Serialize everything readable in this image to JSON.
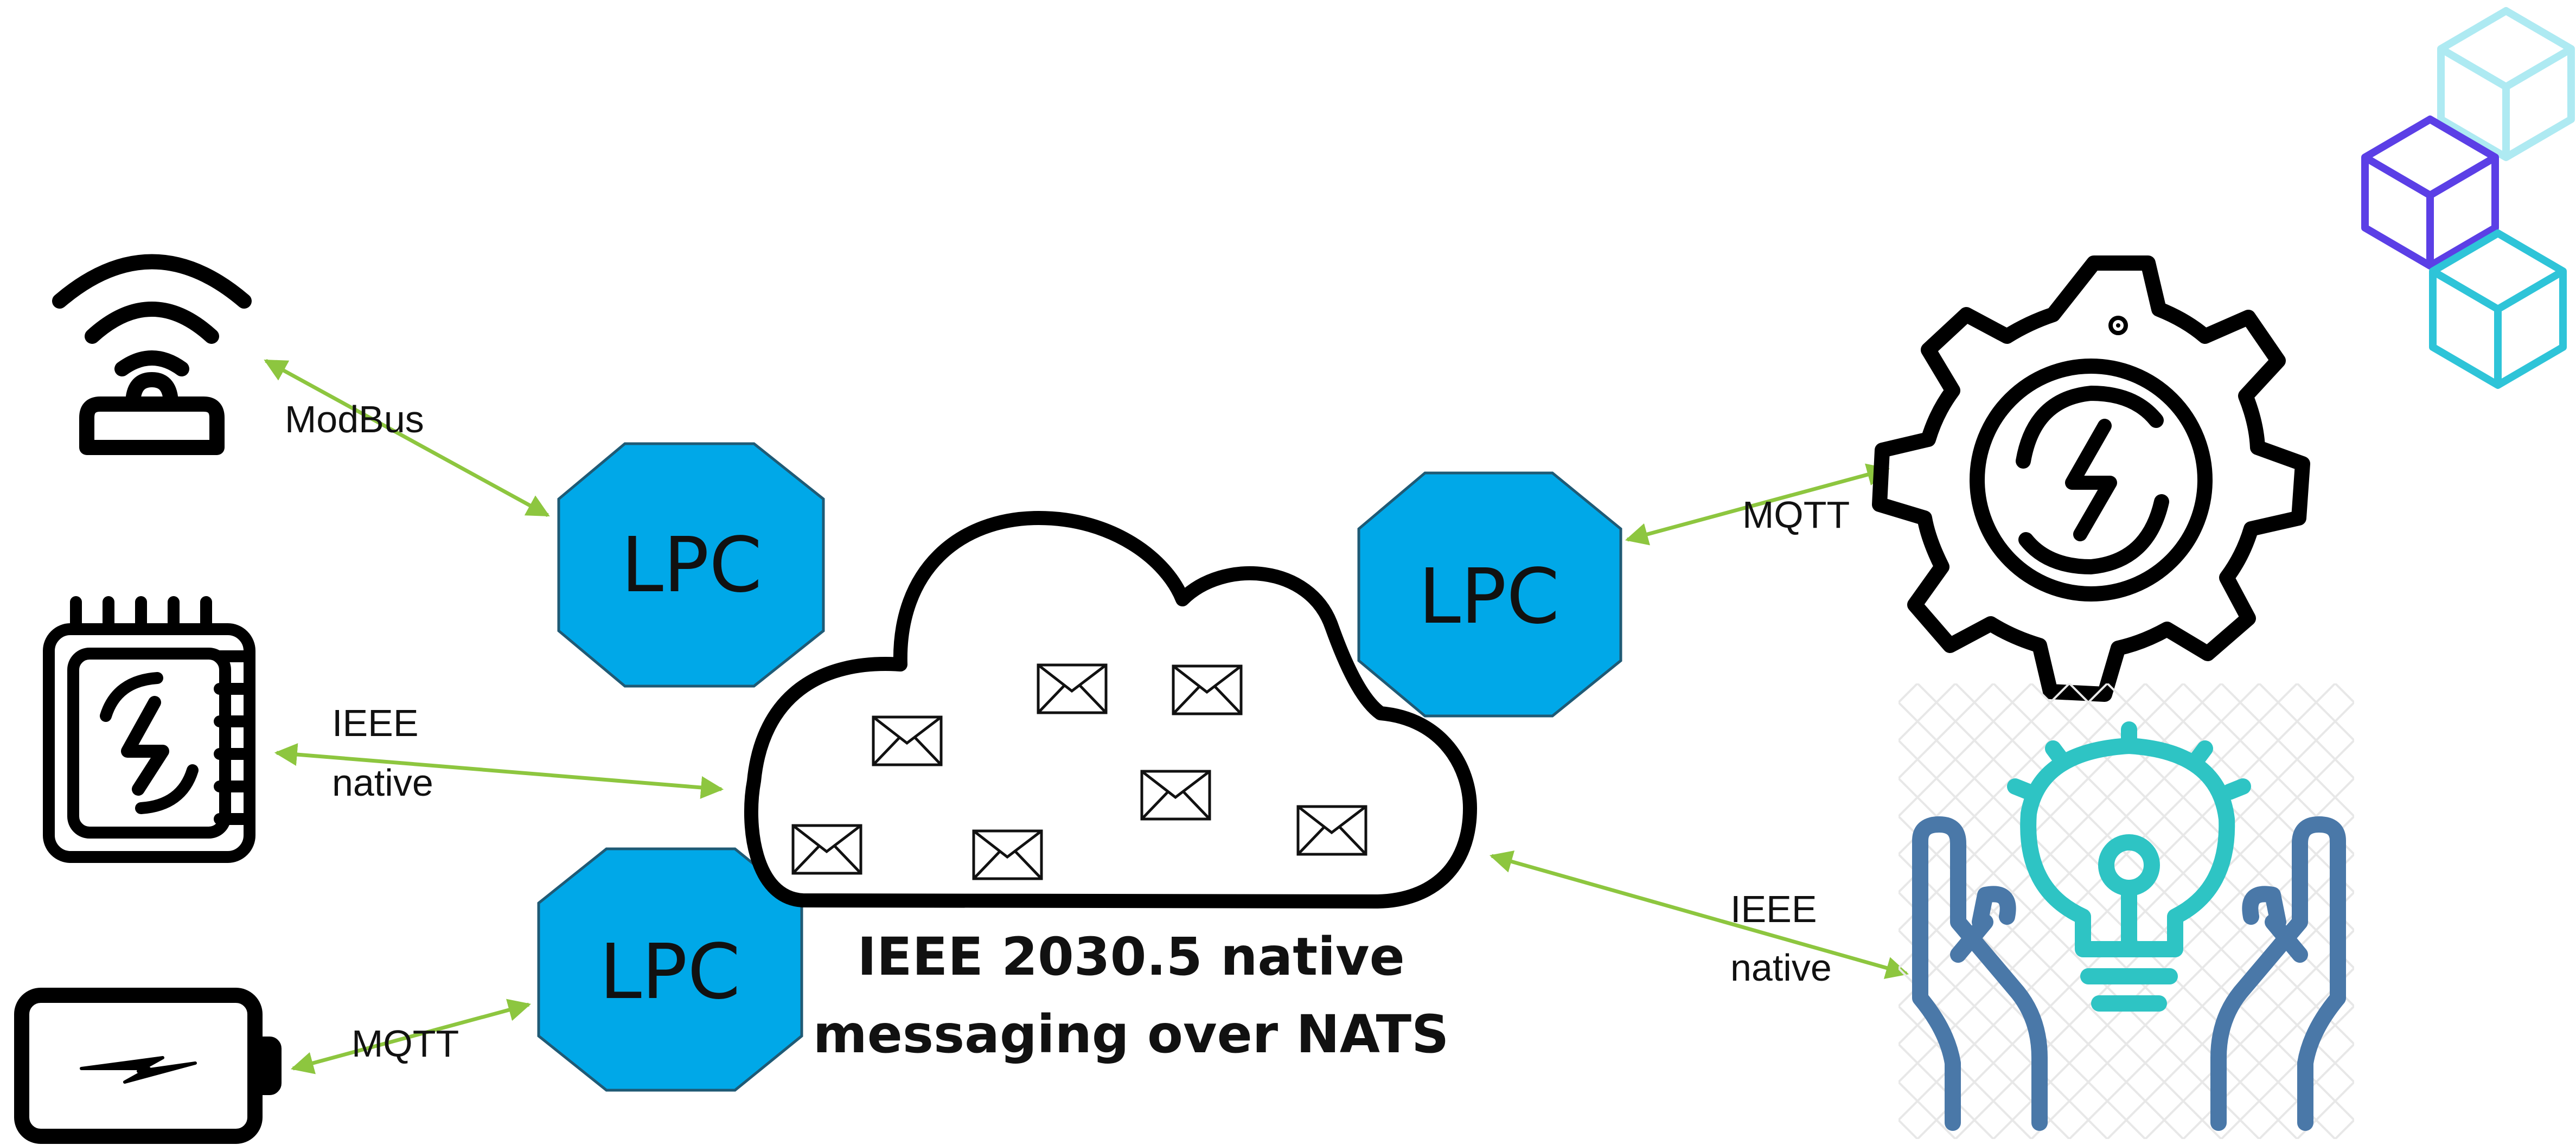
{
  "colors": {
    "lpc_fill": "#00a8e8",
    "link_line": "#8dc63f",
    "outline": "#000000",
    "bulb_teal": "#2ec4c4",
    "hands_blue": "#4a78a8",
    "cube_purple": "#5b3fe6",
    "cube_cyan": "#2ec4d8",
    "cube_light": "#aeeaf2"
  },
  "nodes": {
    "lpc_top_left": "LPC",
    "lpc_bottom_left": "LPC",
    "lpc_right": "LPC"
  },
  "links": {
    "modbus": "ModBus",
    "ieee_native_left_line1": "IEEE",
    "ieee_native_left_line2": "native",
    "mqtt_bottom_left": "MQTT",
    "mqtt_right": "MQTT",
    "ieee_native_right_line1": "IEEE",
    "ieee_native_right_line2": "native"
  },
  "cloud": {
    "caption_line1": "IEEE 2030.5 native",
    "caption_line2": "messaging over NATS"
  },
  "icons": [
    "wireless-router-icon",
    "battery-charging-icon",
    "energy-chip-icon",
    "gear-energy-sync-icon",
    "hands-lightbulb-icon",
    "cubes-logo-icon",
    "envelope-icon"
  ]
}
